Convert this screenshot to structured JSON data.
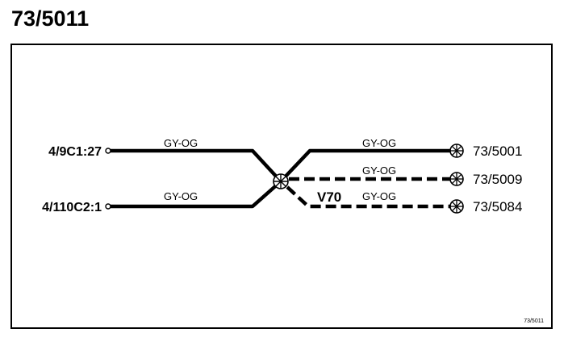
{
  "diagram": {
    "title": "73/5011",
    "reference_code": "73/5011",
    "variant_label": "V70",
    "connectors_left": [
      {
        "id": "4/9C1:27"
      },
      {
        "id": "4/110C2:1"
      }
    ],
    "connectors_right": [
      {
        "id": "73/5001"
      },
      {
        "id": "73/5009"
      },
      {
        "id": "73/5084"
      }
    ],
    "wires": [
      {
        "color": "GY-OG"
      },
      {
        "color": "GY-OG"
      },
      {
        "color": "GY-OG"
      },
      {
        "color": "GY-OG"
      },
      {
        "color": "GY-OG"
      }
    ]
  }
}
